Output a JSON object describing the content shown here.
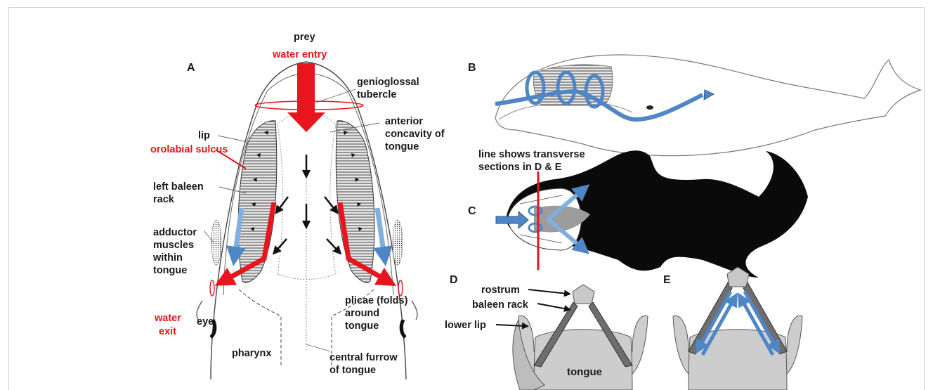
{
  "panels": {
    "a": "A",
    "b": "B",
    "c": "C",
    "d": "D",
    "e": "E"
  },
  "panel_a": {
    "prey": "prey",
    "water_entry": "water entry",
    "genioglossal_1": "genioglossal",
    "genioglossal_2": "tubercle",
    "anterior_1": "anterior",
    "anterior_2": "concavity of",
    "anterior_3": "tongue",
    "lip": "lip",
    "orolabial": "orolabial sulcus",
    "baleen_1": "left baleen",
    "baleen_2": "rack",
    "adductor_1": "adductor",
    "adductor_2": "muscles",
    "adductor_3": "within",
    "adductor_4": "tongue",
    "water_exit_1": "water",
    "water_exit_2": "exit",
    "eye": "eye",
    "pharynx": "pharynx",
    "plicae_1": "plicae (folds)",
    "plicae_2": "around",
    "plicae_3": "tongue",
    "furrow_1": "central furrow",
    "furrow_2": "of tongue"
  },
  "panel_c": {
    "line_1": "line shows  transverse",
    "line_2": "sections in D & E"
  },
  "panel_d": {
    "rostrum": "rostrum",
    "baleen_rack": "baleen rack",
    "lower_lip": "lower lip",
    "tongue": "tongue"
  },
  "colors": {
    "red_arrow": "#e8141e",
    "blue_arrow": "#4f86c6",
    "light_blue": "#7fb0e0",
    "grey_fill": "#c8c8c8",
    "dark_grey": "#6e6e6e"
  }
}
